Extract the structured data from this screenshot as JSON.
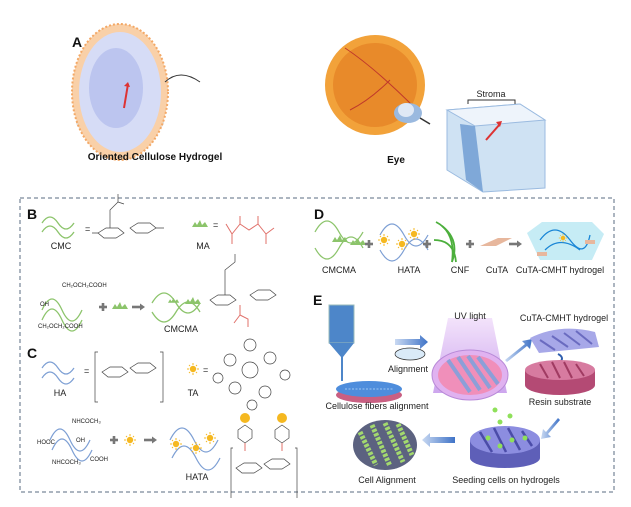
{
  "panels": {
    "a": "A",
    "b": "B",
    "c": "C",
    "d": "D",
    "e": "E"
  },
  "panel_a": {
    "hydrogel_label": "Oriented Cellulose Hydrogel",
    "eye_label": "Eye",
    "stroma_label": "Stroma"
  },
  "panel_b": {
    "cmc": "CMC",
    "ma": "MA",
    "cmcma": "CMCMA",
    "group_top": "CH₂OCH₂COOH",
    "group_bottom": "CH₂OCH₂COOH",
    "oh": "OH"
  },
  "panel_c": {
    "ha": "HA",
    "ta": "TA",
    "hata": "HATA",
    "nhcoch3": "NHCOCH₃",
    "hooc": "HOOC",
    "cooh": "COOH",
    "oh": "OH"
  },
  "panel_d": {
    "cmcma": "CMCMA",
    "hata": "HATA",
    "cnf": "CNF",
    "cuta": "CuTA",
    "hydrogel": "CuTA-CMHT hydrogel"
  },
  "panel_e": {
    "uv_light": "UV light",
    "hydrogel": "CuTA-CMHT hydrogel",
    "alignment": "Alignment",
    "cellulose_alignment": "Cellulose fibers alignment",
    "resin": "Resin substrate",
    "cell_alignment": "Cell Alignment",
    "seeding": "Seeding cells on hydrogels"
  },
  "colors": {
    "green": "#8cc46b",
    "blue": "#7d9fd4",
    "red": "#e0706a",
    "ta_yellow": "#f5b820",
    "border": "#5a6b80"
  }
}
